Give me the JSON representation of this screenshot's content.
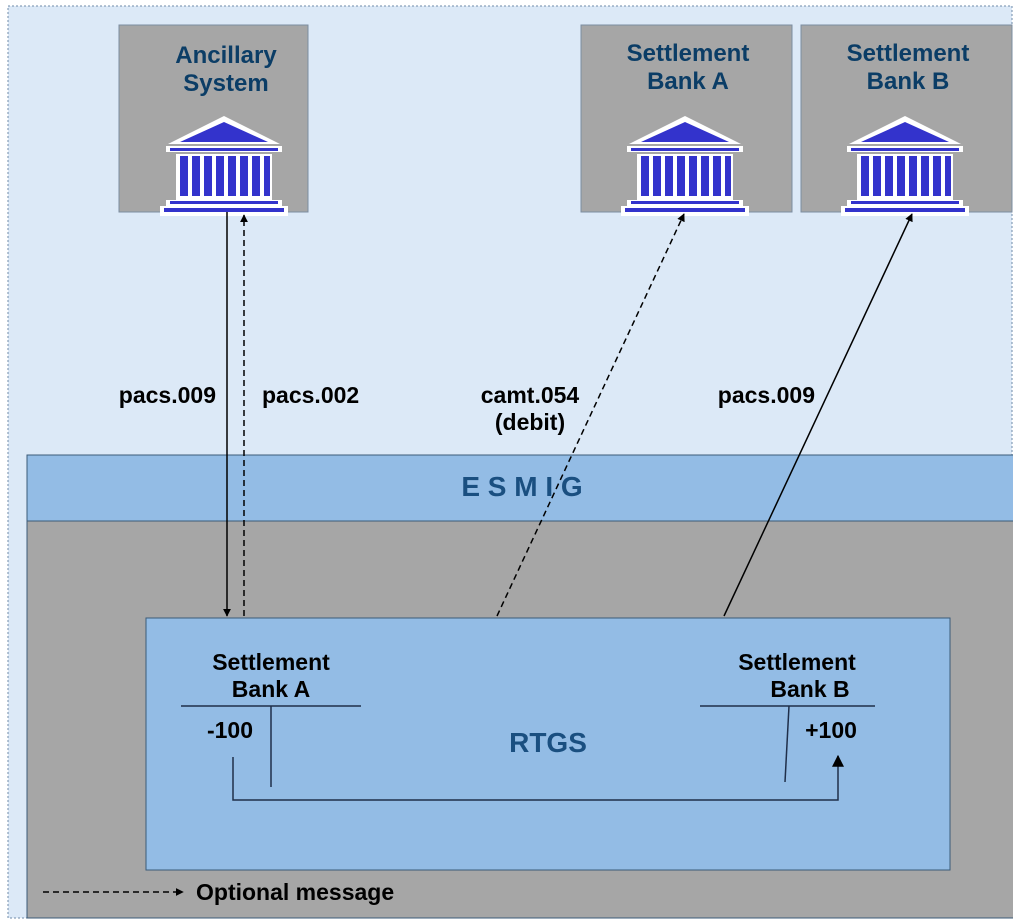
{
  "participants": [
    {
      "id": "ancillary",
      "line1": "Ancillary",
      "line2": "System",
      "icon": "bank-building-icon"
    },
    {
      "id": "bank-a",
      "line1": "Settlement",
      "line2": "Bank A",
      "icon": "bank-building-icon"
    },
    {
      "id": "bank-b",
      "line1": "Settlement",
      "line2": "Bank B",
      "icon": "bank-building-icon"
    }
  ],
  "messages": {
    "ancillary_to_rtgs": "pacs.009",
    "rtgs_to_ancillary": "pacs.002",
    "debit_notice_line1": "camt.054",
    "debit_notice_line2": "(debit)",
    "rtgs_to_bank_b": "pacs.009"
  },
  "esmig": {
    "label": "E S M I G"
  },
  "rtgs": {
    "label": "RTGS",
    "left_account": {
      "line1": "Settlement",
      "line2": "Bank A",
      "amount": "-100"
    },
    "right_account": {
      "line1": "Settlement",
      "line2": "Bank B",
      "amount": "+100"
    }
  },
  "legend": {
    "label": "Optional message"
  },
  "colors": {
    "background": "#dce9f7",
    "participant_box": "#a6a6a6",
    "title_text": "#0b3d66",
    "esmig_band": "#93bce5",
    "platform_area": "#a6a6a6",
    "rtgs_box": "#93bce5",
    "rtgs_text": "#1a4f80",
    "bank_icon": "#3333cc"
  }
}
